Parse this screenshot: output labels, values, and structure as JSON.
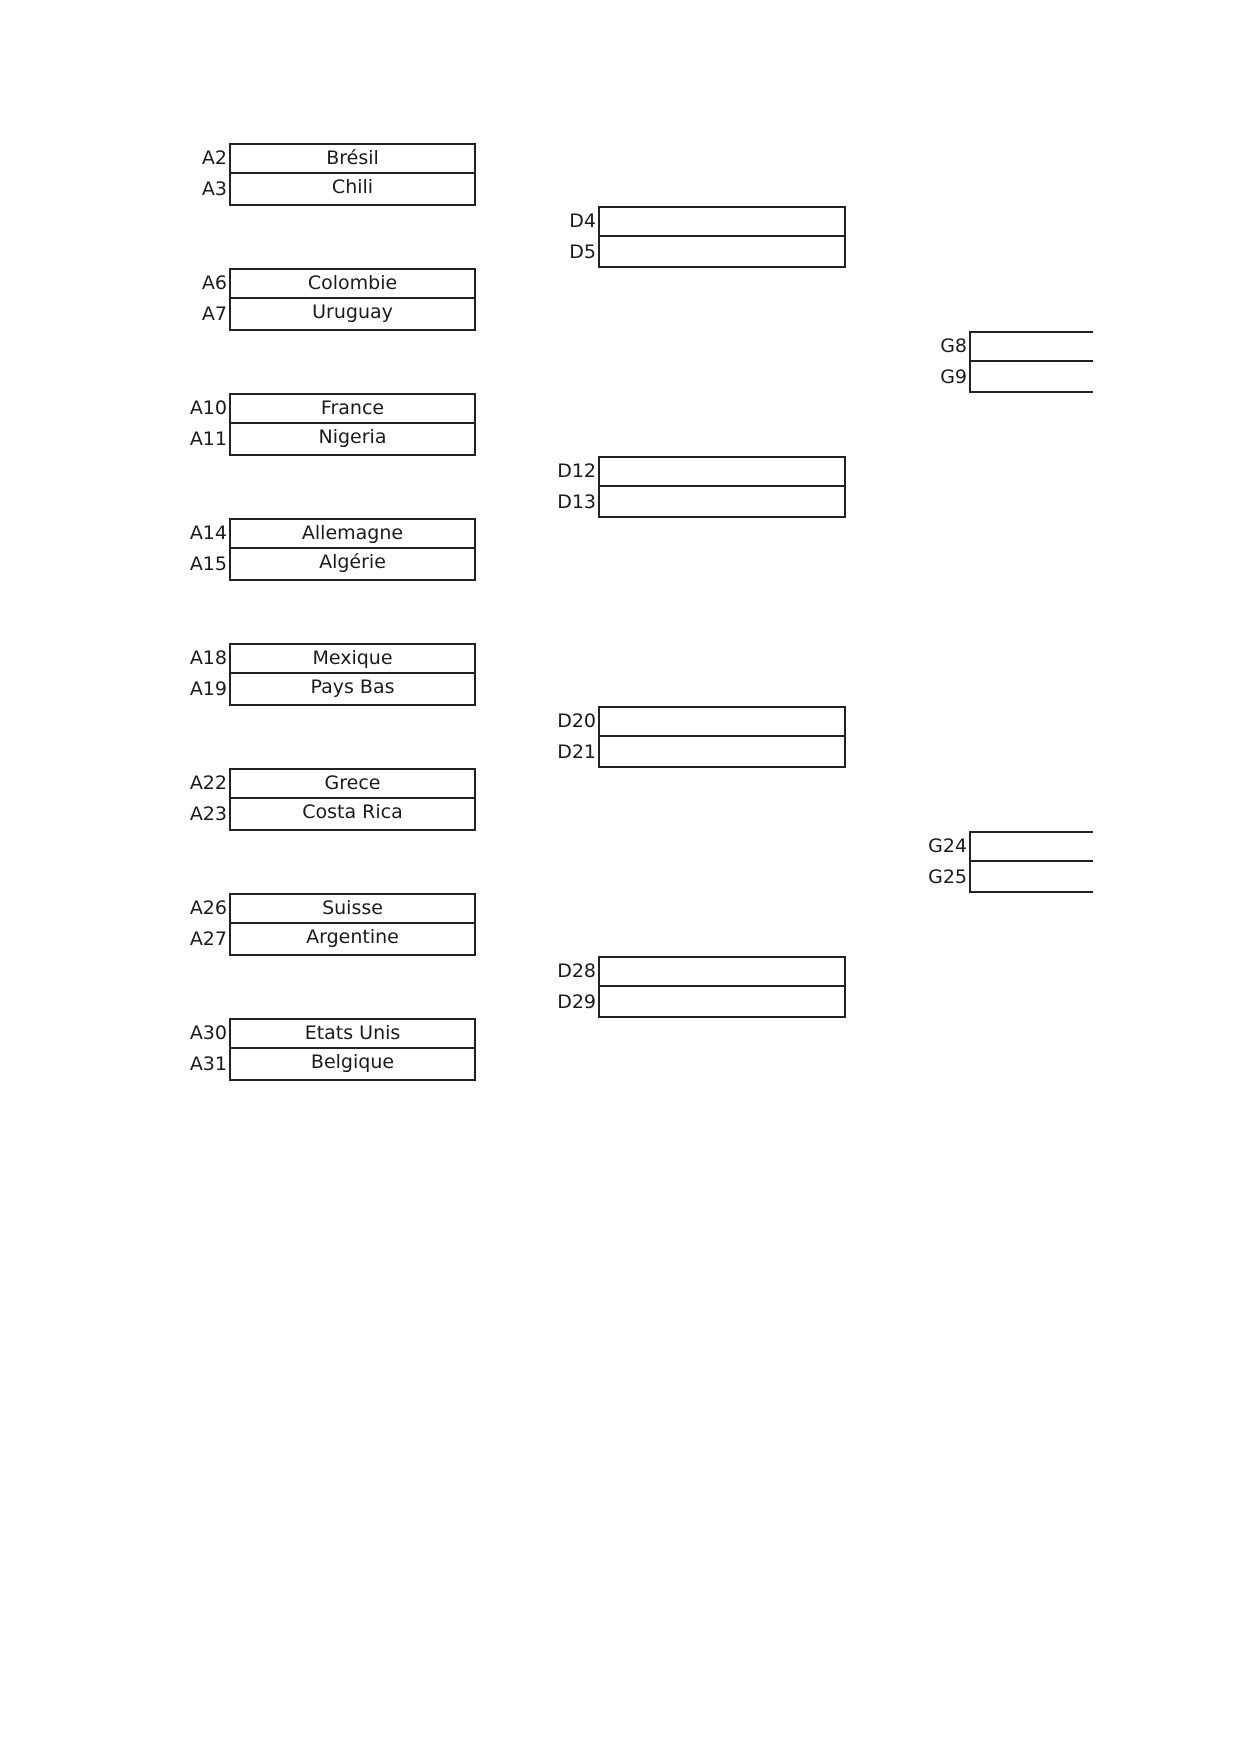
{
  "bracket": {
    "round1": [
      {
        "top": {
          "ref": "A2",
          "team": "Brésil"
        },
        "bottom": {
          "ref": "A3",
          "team": "Chili"
        }
      },
      {
        "top": {
          "ref": "A6",
          "team": "Colombie"
        },
        "bottom": {
          "ref": "A7",
          "team": "Uruguay"
        }
      },
      {
        "top": {
          "ref": "A10",
          "team": "France"
        },
        "bottom": {
          "ref": "A11",
          "team": "Nigeria"
        }
      },
      {
        "top": {
          "ref": "A14",
          "team": "Allemagne"
        },
        "bottom": {
          "ref": "A15",
          "team": "Algérie"
        }
      },
      {
        "top": {
          "ref": "A18",
          "team": "Mexique"
        },
        "bottom": {
          "ref": "A19",
          "team": "Pays Bas"
        }
      },
      {
        "top": {
          "ref": "A22",
          "team": "Grece"
        },
        "bottom": {
          "ref": "A23",
          "team": "Costa Rica"
        }
      },
      {
        "top": {
          "ref": "A26",
          "team": "Suisse"
        },
        "bottom": {
          "ref": "A27",
          "team": "Argentine"
        }
      },
      {
        "top": {
          "ref": "A30",
          "team": "Etats Unis"
        },
        "bottom": {
          "ref": "A31",
          "team": "Belgique"
        }
      }
    ],
    "round2": [
      {
        "top": {
          "ref": "D4",
          "team": ""
        },
        "bottom": {
          "ref": "D5",
          "team": ""
        }
      },
      {
        "top": {
          "ref": "D12",
          "team": ""
        },
        "bottom": {
          "ref": "D13",
          "team": ""
        }
      },
      {
        "top": {
          "ref": "D20",
          "team": ""
        },
        "bottom": {
          "ref": "D21",
          "team": ""
        }
      },
      {
        "top": {
          "ref": "D28",
          "team": ""
        },
        "bottom": {
          "ref": "D29",
          "team": ""
        }
      }
    ],
    "round3": [
      {
        "top": {
          "ref": "G8",
          "team": ""
        },
        "bottom": {
          "ref": "G9",
          "team": ""
        }
      },
      {
        "top": {
          "ref": "G24",
          "team": ""
        },
        "bottom": {
          "ref": "G25",
          "team": ""
        }
      }
    ]
  }
}
